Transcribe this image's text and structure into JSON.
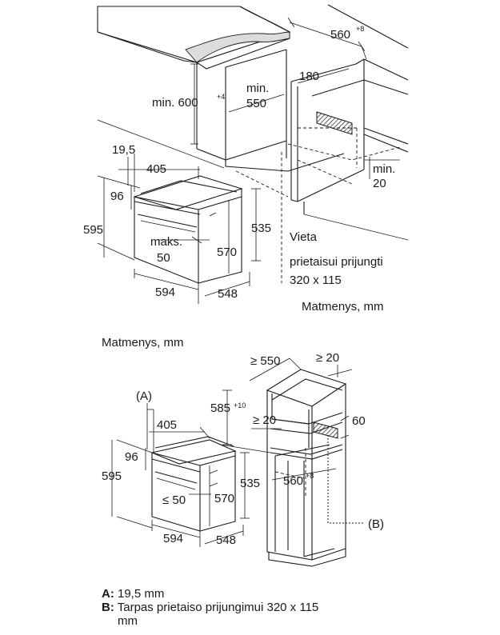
{
  "top": {
    "labels": {
      "w560": "560",
      "w560_sup": "+8",
      "h600": "min. 600",
      "h600_sup": "+4",
      "min550_a": "min.",
      "min550_b": "550",
      "d180": "180",
      "w19_5": "19,5",
      "w405": "405",
      "h96": "96",
      "h595": "595",
      "maks_a": "maks.",
      "maks_b": "50",
      "h570": "570",
      "h535": "535",
      "w594": "594",
      "w548": "548",
      "min20_a": "min.",
      "min20_b": "20",
      "vieta_1": "Vieta",
      "vieta_2": "prietaisui prijungti",
      "vieta_3": "320 x 115"
    },
    "units": "Matmenys, mm"
  },
  "bottom": {
    "units": "Matmenys, mm",
    "labels": {
      "A": "(A)",
      "w405": "405",
      "h96": "96",
      "h595": "595",
      "le50": "≤ 50",
      "h570": "570",
      "h535": "535",
      "w594": "594",
      "w548": "548",
      "ge550": "≥ 550",
      "ge20_top": "≥ 20",
      "h585": "585",
      "h585_sup": "+10",
      "ge20_mid": "≥ 20",
      "d60": "60",
      "w560": "560",
      "w560_sup": "+8",
      "B": "(B)"
    }
  },
  "legend": {
    "a_key": "A:",
    "a_text": "19,5 mm",
    "b_key": "B:",
    "b_text_1": "Tarpas prietaiso prijungimui 320 x 115",
    "b_text_2": "mm"
  }
}
